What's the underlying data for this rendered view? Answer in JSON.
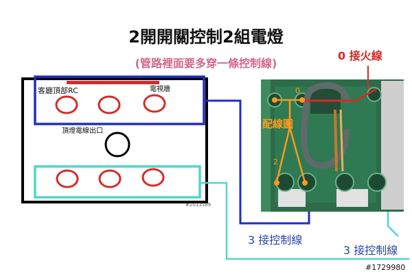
{
  "title": "2開開關控制2組電燈",
  "subtitle": "(管路裡面要多穿一條控制線)",
  "labels": {
    "live_wire": "0 接火線",
    "control_wire_1": "3 接控制線",
    "control_wire_2": "3 接控制線",
    "living_room_rc": "客廳頂部RC",
    "tv_wall": "電視牆",
    "ceiling_outlet": "頂燈電線出口",
    "fixture_wire": "配線圖",
    "photo_digit": "0",
    "photo_text": "2",
    "watermark": "#2013589",
    "image_id": "#1729980"
  },
  "colors": {
    "blue_wire": "#1f2fbf",
    "cyan_wire": "#4fd6cc",
    "red": "#d42a2a",
    "orange": "#ff9a1a",
    "switch_green": "#2f7a52"
  }
}
